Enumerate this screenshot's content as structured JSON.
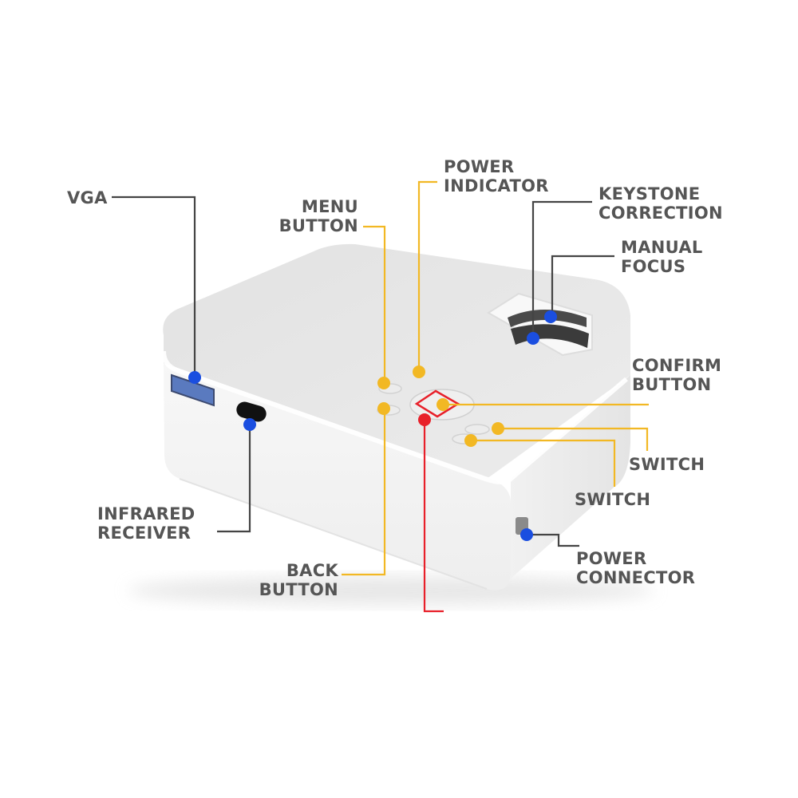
{
  "colors": {
    "label_text": "#555555",
    "blue_leader": "#444444",
    "yellow_leader": "#f2b824",
    "red_leader": "#e8202a",
    "blue_dot": "#1a4ee0",
    "yellow_dot": "#f2b824",
    "red_dot": "#e8202a",
    "device_body": "#f3f3f3",
    "device_top": "#e6e6e6"
  },
  "callouts": {
    "vga": {
      "lines": [
        "VGA"
      ],
      "marker": "blue"
    },
    "menu_button": {
      "lines": [
        "MENU",
        "BUTTON"
      ],
      "marker": "yellow"
    },
    "power_indicator": {
      "lines": [
        "POWER",
        "INDICATOR"
      ],
      "marker": "yellow"
    },
    "keystone_correction": {
      "lines": [
        "KEYSTONE",
        "CORRECTION"
      ],
      "marker": "blue"
    },
    "manual_focus": {
      "lines": [
        "MANUAL",
        "FOCUS"
      ],
      "marker": "blue"
    },
    "confirm_button": {
      "lines": [
        "CONFIRM",
        "BUTTON"
      ],
      "marker": "yellow"
    },
    "switch_upper": {
      "lines": [
        "SWITCH"
      ],
      "marker": "yellow"
    },
    "switch_lower": {
      "lines": [
        "SWITCH"
      ],
      "marker": "yellow"
    },
    "infrared_receiver": {
      "lines": [
        "INFRARED",
        "RECEIVER"
      ],
      "marker": "blue"
    },
    "back_button": {
      "lines": [
        "BACK",
        "BUTTON"
      ],
      "marker": "yellow"
    },
    "power_connector": {
      "lines": [
        "POWER",
        "CONNECTOR"
      ],
      "marker": "blue"
    }
  }
}
